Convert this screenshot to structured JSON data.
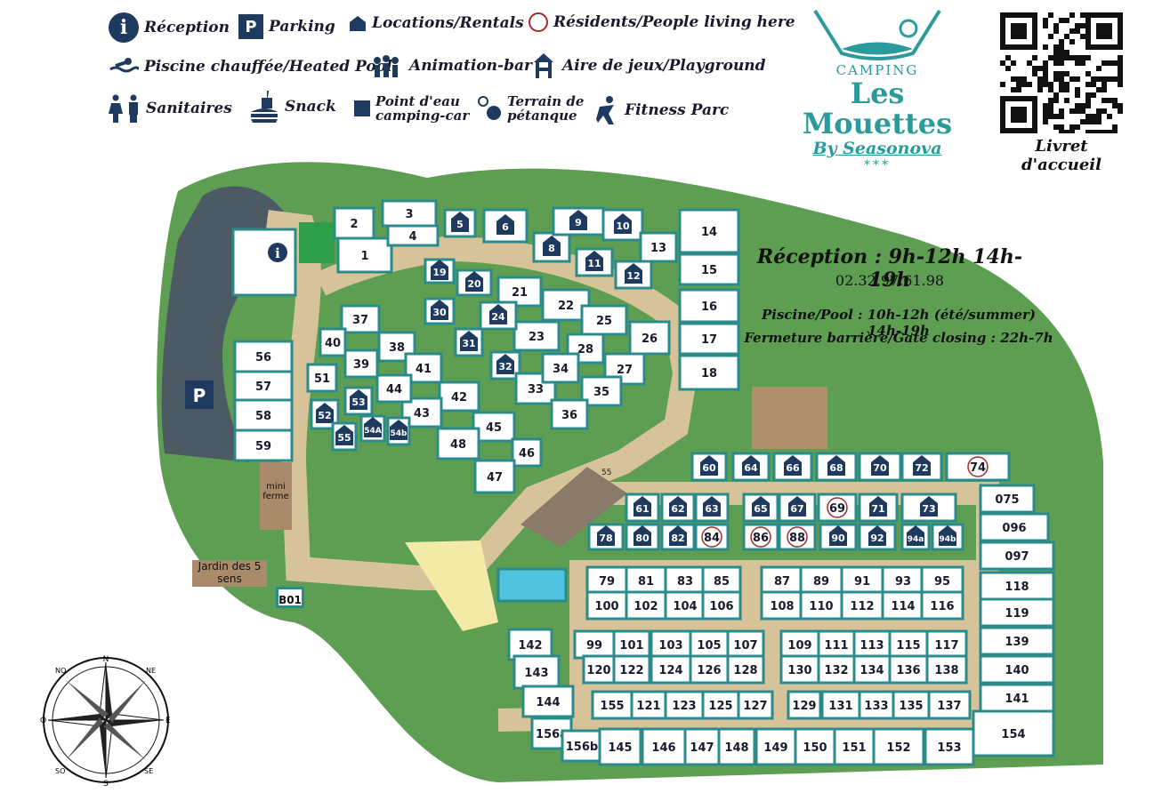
{
  "legend": {
    "reception": "Réception",
    "parking": "Parking",
    "rentals": "Locations/Rentals",
    "residents": "Résidents/People living here",
    "pool": "Piscine chauffée/Heated Pool",
    "animation": "Animation-bar",
    "playground": "Aire de jeux/Playground",
    "sanitary": "Sanitaires",
    "snack": "Snack",
    "water_point": "Point d'eau camping-car",
    "petanque": "Terrain de pétanque",
    "fitness": "Fitness Parc"
  },
  "brand": {
    "camping": "CAMPING",
    "name": "Les Mouettes",
    "by": "By Seasonova",
    "stars": "***"
  },
  "qr_label": "Livret d'accueil",
  "info": {
    "reception_hours": "Réception : 9h-12h 14h-19h",
    "phone": "02.32.97.61.98",
    "pool_hours": "Piscine/Pool : 10h-12h (été/summer) 14h-19h",
    "gate": "Fermeture barrière/Gate closing : 22h-7h"
  },
  "places": {
    "mini_ferme": "mini ferme",
    "jardin": "Jardin des 5 sens",
    "b01": "B01",
    "parking_p": "P",
    "info_i": "i",
    "playground_no": "55"
  },
  "compass": {
    "n": "N",
    "ne": "NE",
    "e": "E",
    "se": "SE",
    "s": "S",
    "so": "SO",
    "o": "O",
    "no": "NO"
  },
  "lots": [
    "1",
    "2",
    "3",
    "4",
    "5",
    "6",
    "8",
    "9",
    "10",
    "11",
    "12",
    "13",
    "14",
    "15",
    "16",
    "17",
    "18",
    "19",
    "20",
    "21",
    "22",
    "23",
    "24",
    "25",
    "26",
    "27",
    "28",
    "30",
    "31",
    "32",
    "33",
    "34",
    "35",
    "36",
    "37",
    "38",
    "39",
    "40",
    "41",
    "42",
    "43",
    "44",
    "45",
    "46",
    "47",
    "48",
    "51",
    "52",
    "53",
    "54A",
    "54b",
    "55",
    "56",
    "57",
    "58",
    "59",
    "60",
    "61",
    "62",
    "63",
    "64",
    "65",
    "66",
    "67",
    "68",
    "69",
    "70",
    "71",
    "72",
    "73",
    "74",
    "075",
    "096",
    "097",
    "118",
    "119",
    "139",
    "140",
    "141",
    "154",
    "78",
    "80",
    "82",
    "84",
    "86",
    "88",
    "90",
    "92",
    "94a",
    "94b",
    "79",
    "81",
    "83",
    "85",
    "87",
    "89",
    "91",
    "93",
    "95",
    "100",
    "102",
    "104",
    "106",
    "108",
    "110",
    "112",
    "114",
    "116",
    "99",
    "101",
    "103",
    "105",
    "107",
    "109",
    "111",
    "113",
    "115",
    "117",
    "120",
    "122",
    "124",
    "126",
    "128",
    "130",
    "132",
    "134",
    "136",
    "138",
    "155",
    "121",
    "123",
    "125",
    "127",
    "129",
    "131",
    "133",
    "135",
    "137",
    "142",
    "143",
    "144",
    "156a",
    "156b",
    "145",
    "146",
    "147",
    "148",
    "149",
    "150",
    "151",
    "152",
    "153"
  ],
  "colors": {
    "teal": "#2b8a8a",
    "navy": "#1f3a5f",
    "grass": "#5d9e52",
    "path": "#d6c39a",
    "water": "#4d5a63"
  }
}
